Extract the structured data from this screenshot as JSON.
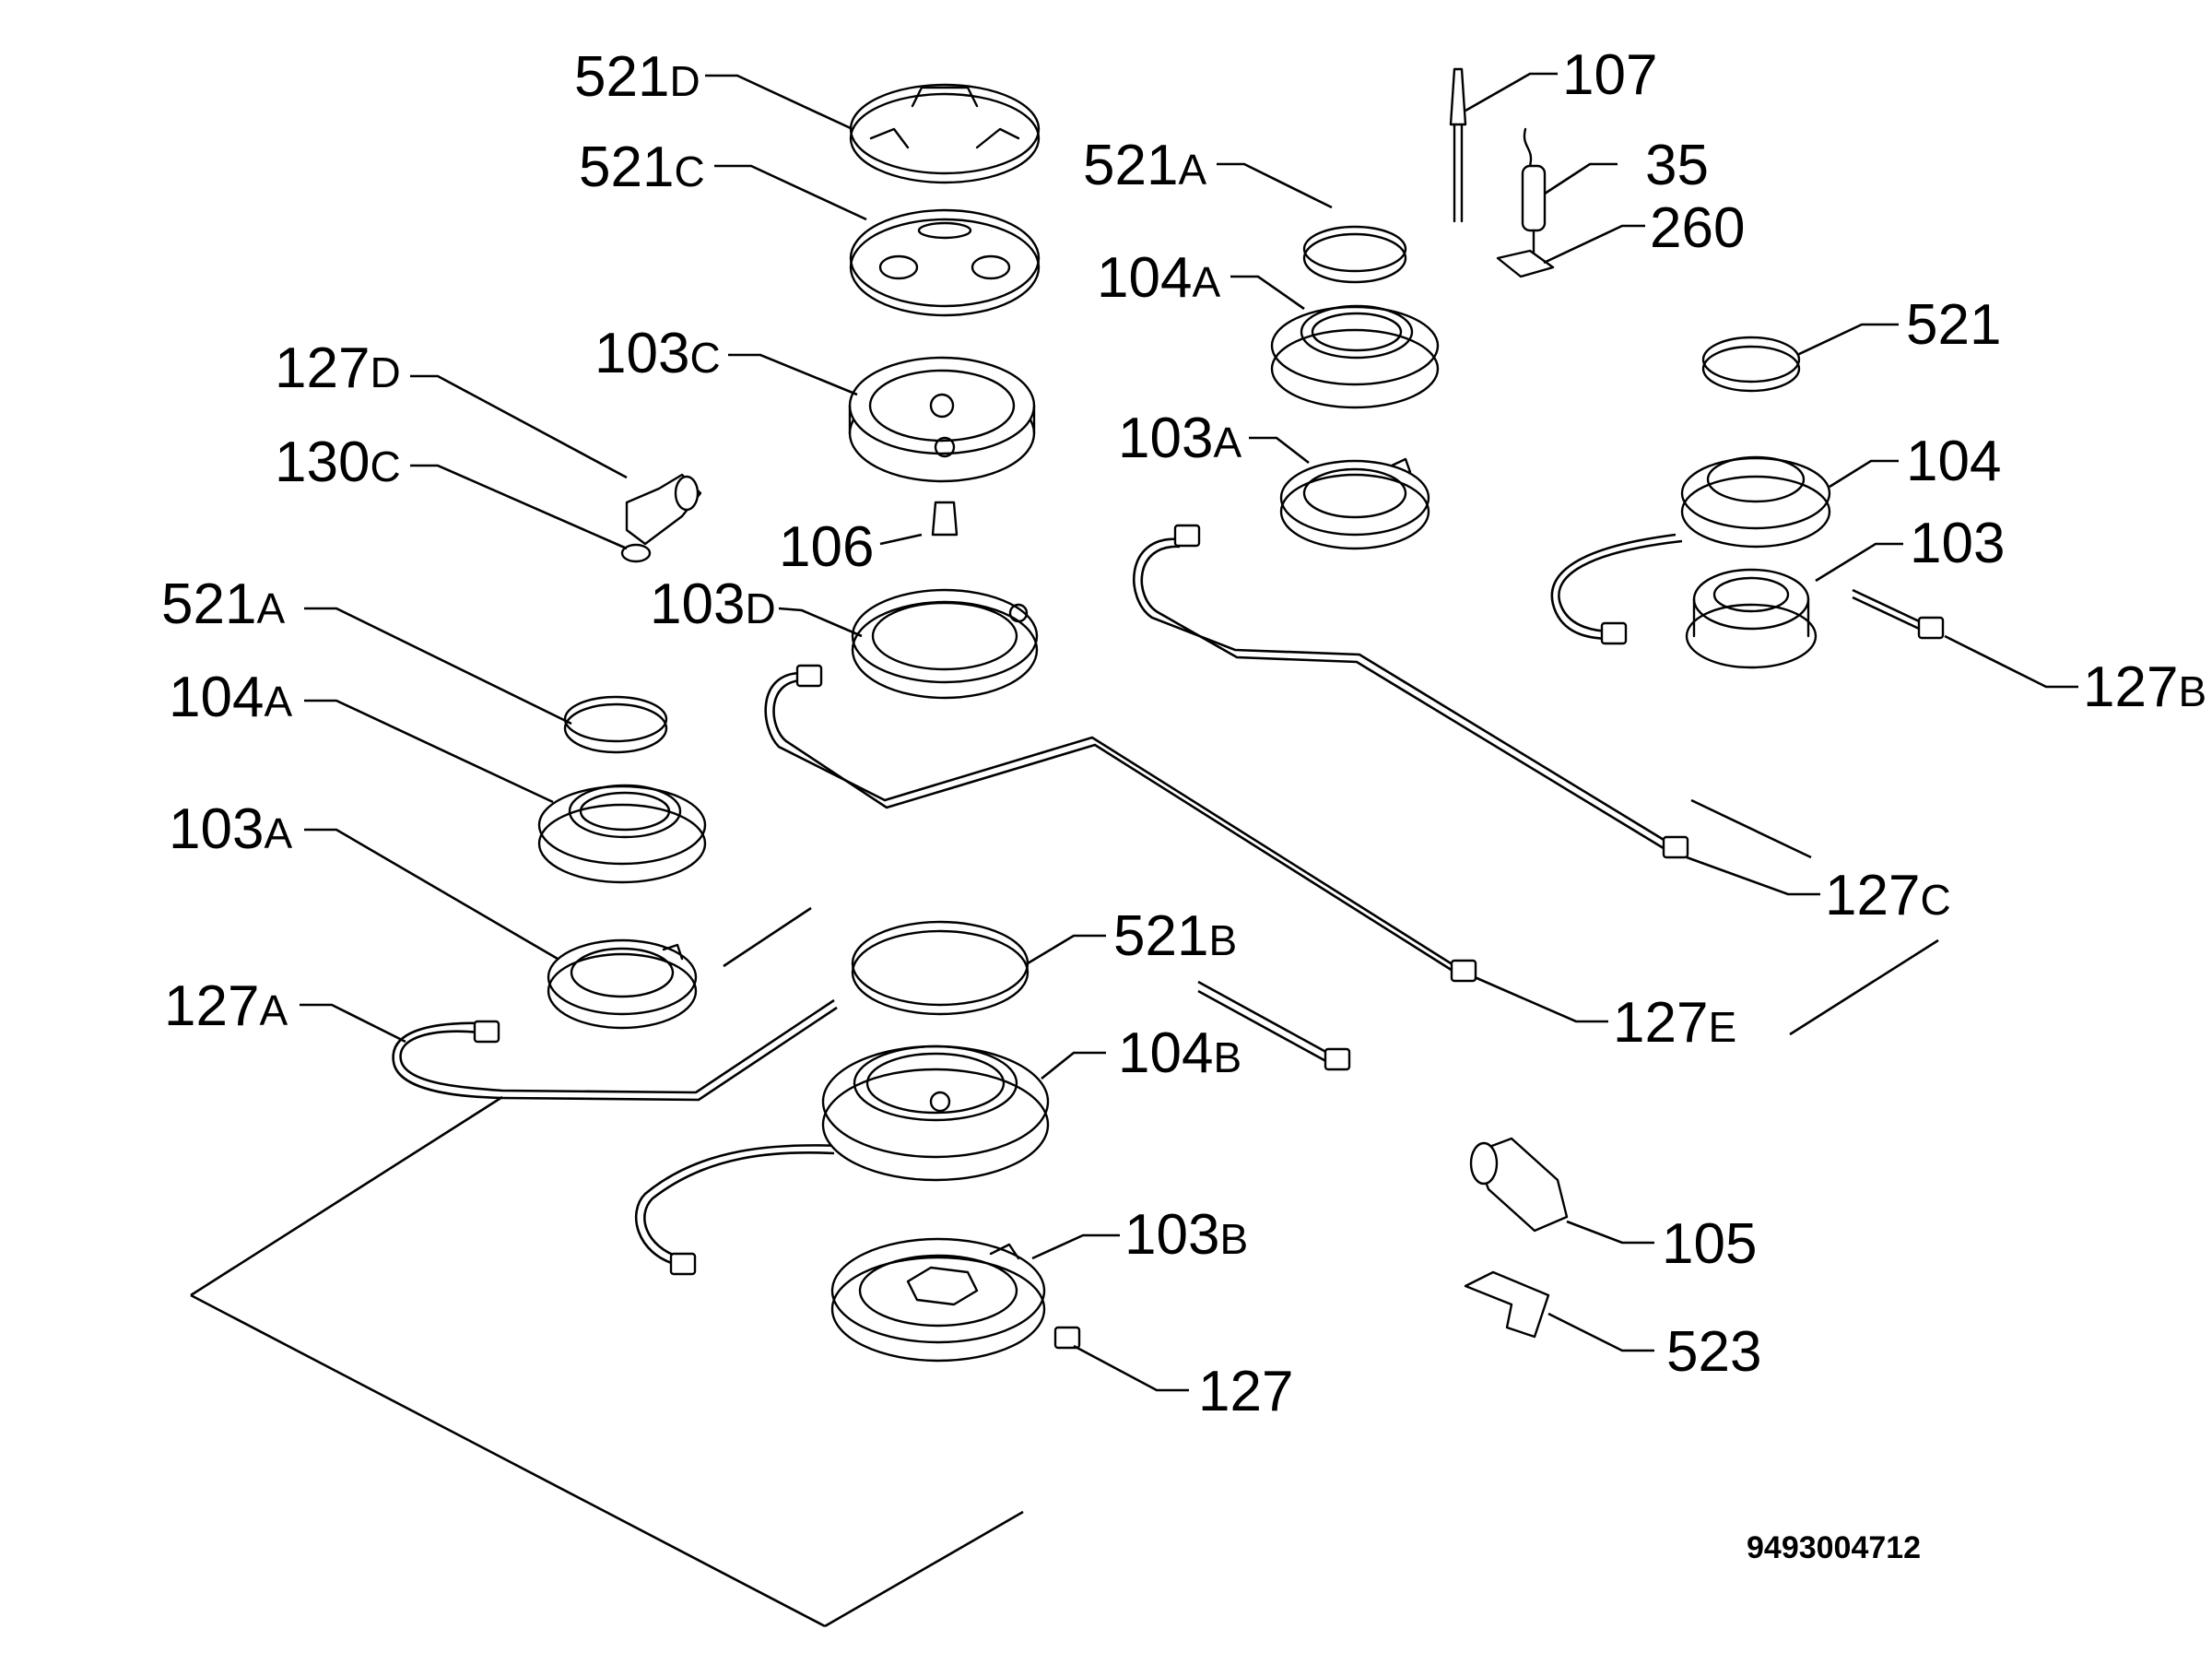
{
  "labels": [
    {
      "id": "521d",
      "num": "521",
      "sfx": "D"
    },
    {
      "id": "521c",
      "num": "521",
      "sfx": "C"
    },
    {
      "id": "103c",
      "num": "103",
      "sfx": "C"
    },
    {
      "id": "127d",
      "num": "127",
      "sfx": "D"
    },
    {
      "id": "130c",
      "num": "130",
      "sfx": "C"
    },
    {
      "id": "106",
      "num": "106",
      "sfx": ""
    },
    {
      "id": "103d",
      "num": "103",
      "sfx": "D"
    },
    {
      "id": "521a-left",
      "num": "521",
      "sfx": "A"
    },
    {
      "id": "104a-left",
      "num": "104",
      "sfx": "A"
    },
    {
      "id": "103a-left",
      "num": "103",
      "sfx": "A"
    },
    {
      "id": "127a",
      "num": "127",
      "sfx": "A"
    },
    {
      "id": "521b",
      "num": "521",
      "sfx": "B"
    },
    {
      "id": "104b",
      "num": "104",
      "sfx": "B"
    },
    {
      "id": "103b",
      "num": "103",
      "sfx": "B"
    },
    {
      "id": "127",
      "num": "127",
      "sfx": ""
    },
    {
      "id": "107",
      "num": "107",
      "sfx": ""
    },
    {
      "id": "35",
      "num": "35",
      "sfx": ""
    },
    {
      "id": "260",
      "num": "260",
      "sfx": ""
    },
    {
      "id": "521a-right",
      "num": "521",
      "sfx": "A"
    },
    {
      "id": "104a-right",
      "num": "104",
      "sfx": "A"
    },
    {
      "id": "103a-right",
      "num": "103",
      "sfx": "A"
    },
    {
      "id": "521",
      "num": "521",
      "sfx": ""
    },
    {
      "id": "104",
      "num": "104",
      "sfx": ""
    },
    {
      "id": "103",
      "num": "103",
      "sfx": ""
    },
    {
      "id": "127b",
      "num": "127",
      "sfx": "B"
    },
    {
      "id": "127c",
      "num": "127",
      "sfx": "C"
    },
    {
      "id": "127e",
      "num": "127",
      "sfx": "E"
    },
    {
      "id": "105",
      "num": "105",
      "sfx": ""
    },
    {
      "id": "523",
      "num": "523",
      "sfx": ""
    }
  ],
  "drawing_number": "9493004712"
}
